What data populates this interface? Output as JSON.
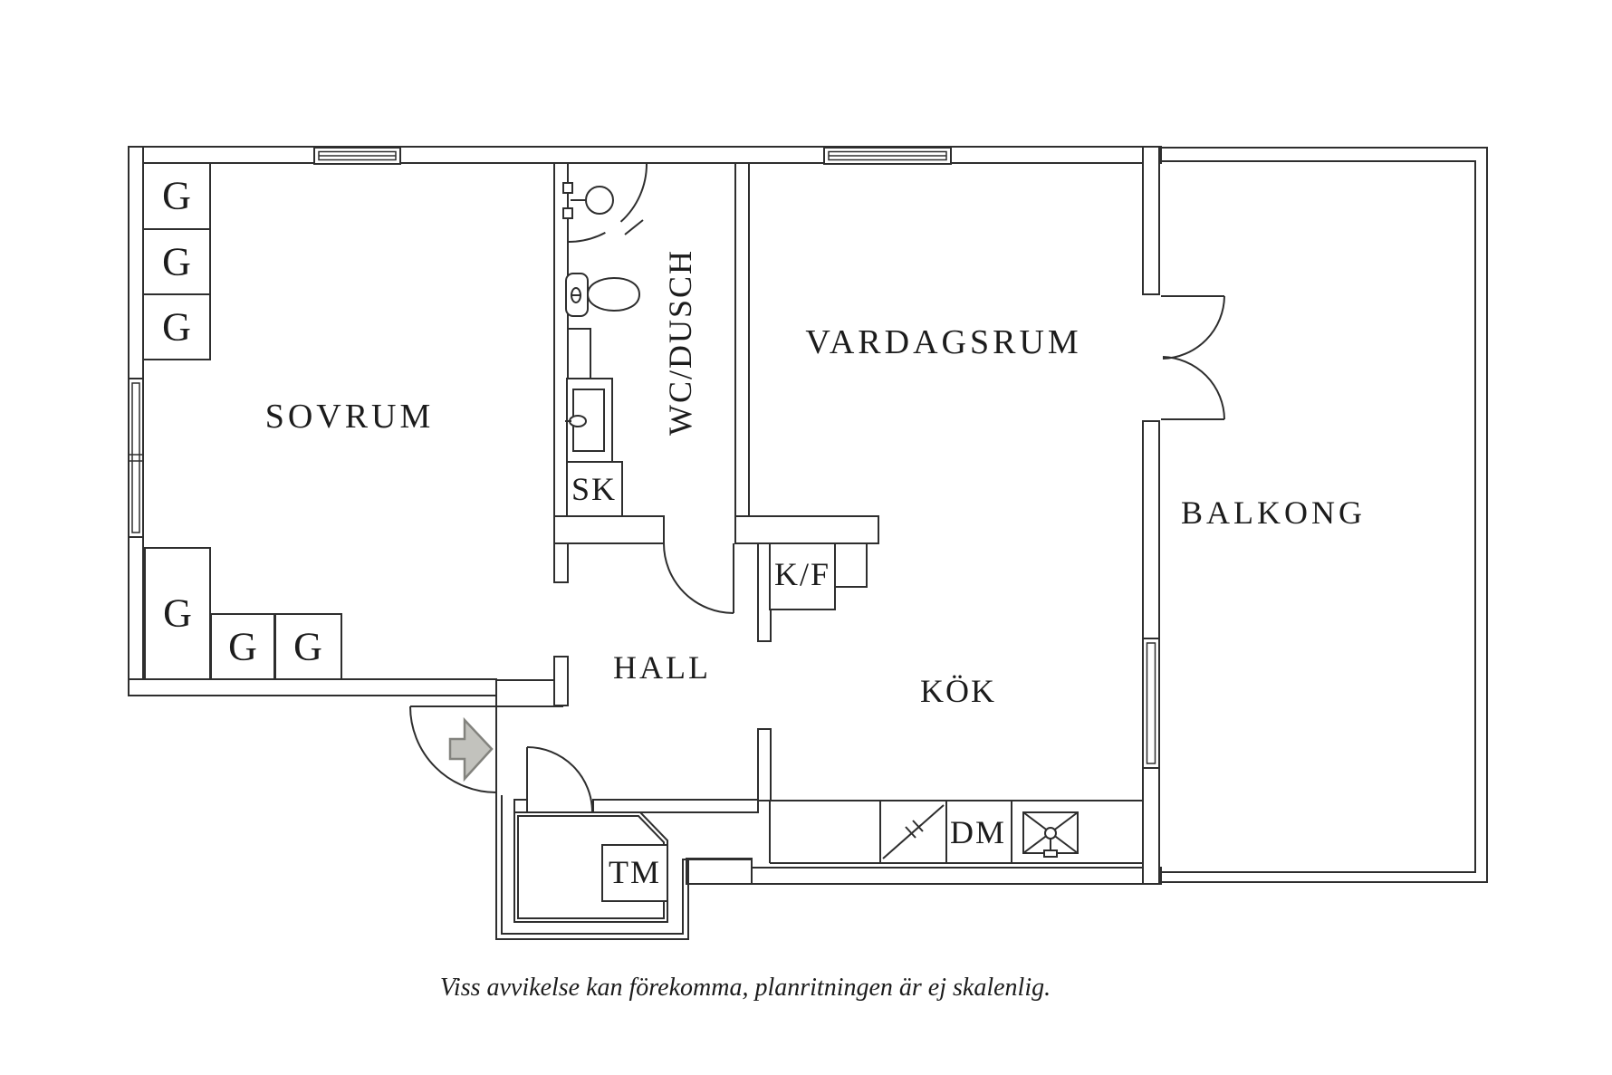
{
  "colors": {
    "background": "#ffffff",
    "line": "#2e2e2e",
    "text": "#1c1c1c",
    "arrow_fill": "#c2c2bd",
    "arrow_stroke": "#83837e"
  },
  "rooms": {
    "sovrum": {
      "label": "SOVRUM"
    },
    "wc_dusch": {
      "label": "WC/DUSCH"
    },
    "vardagsrum": {
      "label": "VARDAGSRUM"
    },
    "balkong": {
      "label": "BALKONG"
    },
    "hall": {
      "label": "HALL"
    },
    "kok": {
      "label": "KÖK"
    }
  },
  "fixtures": {
    "cleaning_cabinet": "SK",
    "fridge_freezer": "K/F",
    "dishwasher": "DM",
    "washing_machine": "TM"
  },
  "wardrobes": [
    "G",
    "G",
    "G",
    "G",
    "G",
    "G"
  ],
  "footer": {
    "disclaimer": "Viss avvikelse kan förekomma, planritningen är ej skalenlig."
  }
}
